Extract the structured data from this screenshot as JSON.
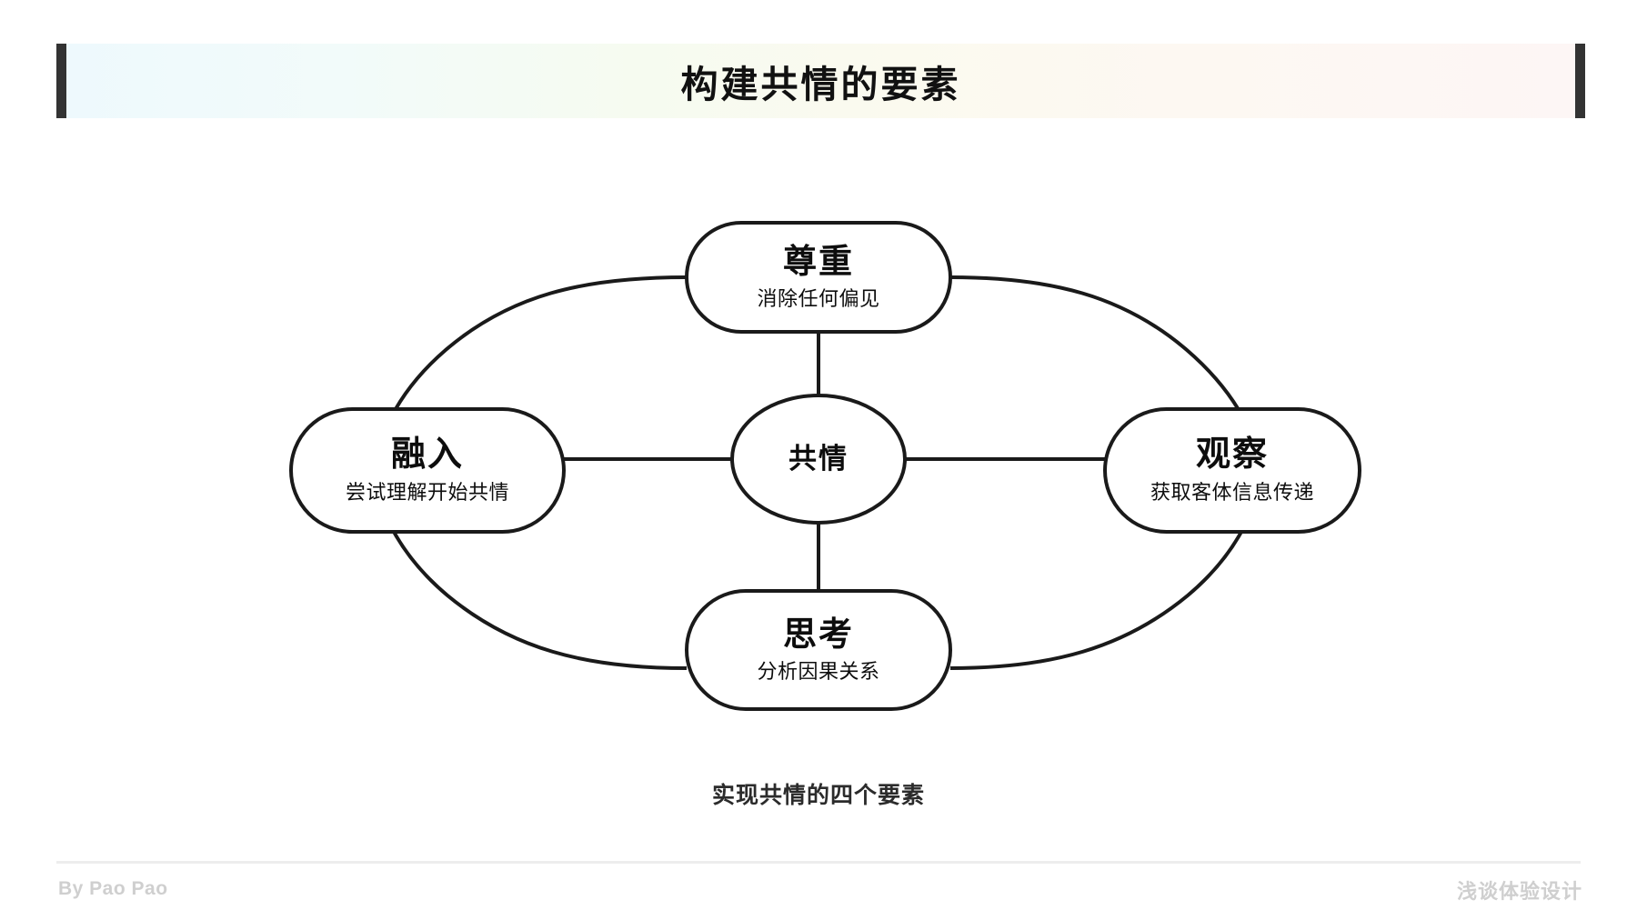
{
  "header": {
    "title": "构建共情的要素",
    "gradient_start": "#eef9fd",
    "gradient_end": "#fdf6f5",
    "bar_color": "#333333"
  },
  "diagram": {
    "type": "concept-map",
    "caption": "实现共情的四个要素",
    "stroke_color": "#1a1a1a",
    "nodes": [
      {
        "id": "center",
        "title": "共情",
        "subtitle": ""
      },
      {
        "id": "top",
        "title": "尊重",
        "subtitle": "消除任何偏见"
      },
      {
        "id": "left",
        "title": "融入",
        "subtitle": "尝试理解开始共情"
      },
      {
        "id": "right",
        "title": "观察",
        "subtitle": "获取客体信息传递"
      },
      {
        "id": "bottom",
        "title": "思考",
        "subtitle": "分析因果关系"
      }
    ],
    "edges": [
      {
        "from": "center",
        "to": "top",
        "style": "straight"
      },
      {
        "from": "center",
        "to": "bottom",
        "style": "straight"
      },
      {
        "from": "center",
        "to": "left",
        "style": "straight"
      },
      {
        "from": "center",
        "to": "right",
        "style": "straight"
      },
      {
        "from": "left",
        "to": "top",
        "style": "curved"
      },
      {
        "from": "top",
        "to": "right",
        "style": "curved"
      },
      {
        "from": "left",
        "to": "bottom",
        "style": "curved"
      },
      {
        "from": "bottom",
        "to": "right",
        "style": "curved"
      }
    ]
  },
  "footer": {
    "left_text": "By Pao Pao",
    "right_text": "浅谈体验设计",
    "text_color": "#cfcfcf",
    "divider_color": "#ededed"
  }
}
